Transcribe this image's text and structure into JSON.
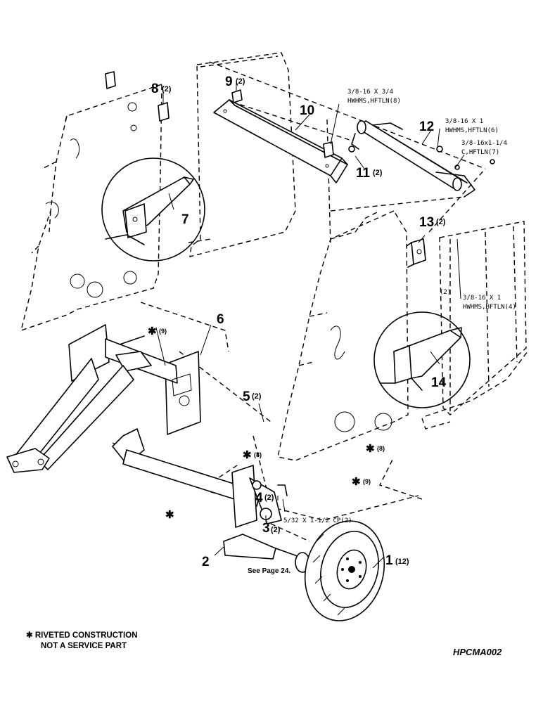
{
  "callouts": [
    {
      "num": "1",
      "qty": "(12)"
    },
    {
      "num": "2",
      "qty": ""
    },
    {
      "num": "3",
      "qty": "(2)"
    },
    {
      "num": "4",
      "qty": "(2)"
    },
    {
      "num": "5",
      "qty": "(2)"
    },
    {
      "num": "6",
      "qty": ""
    },
    {
      "num": "7",
      "qty": ""
    },
    {
      "num": "8",
      "qty": "(2)"
    },
    {
      "num": "9",
      "qty": "(2)"
    },
    {
      "num": "10",
      "qty": ""
    },
    {
      "num": "11",
      "qty": "(2)"
    },
    {
      "num": "12",
      "qty": ""
    },
    {
      "num": "13",
      "qty": "(2)"
    },
    {
      "num": "14",
      "qty": ""
    }
  ],
  "asterisks": [
    {
      "symbol": "✱",
      "qty": "(9)"
    },
    {
      "symbol": "✱",
      "qty": "(8)"
    },
    {
      "symbol": "✱",
      "qty": "(8)"
    },
    {
      "symbol": "✱",
      "qty": "(9)"
    },
    {
      "symbol": "✱",
      "qty": ""
    }
  ],
  "specs": [
    {
      "lines": [
        "3/8-16 X 3/4",
        "HWHMS,HFTLN(8)"
      ]
    },
    {
      "lines": [
        "3/8-16 X 1",
        "HWHMS,HFTLN(6)"
      ]
    },
    {
      "lines": [
        "3/8-16x1-1/4",
        "C,HFTLN(7)"
      ]
    },
    {
      "lines": [
        "3/8-16 X 1",
        "HWHMS,HFTLN(4)"
      ]
    },
    {
      "lines": [
        "5/32 X 1-1/2 CP(2)"
      ]
    },
    {
      "lines": [
        "(2)"
      ]
    }
  ],
  "see_page": "See Page 24.",
  "footnote": {
    "line1": "✱ RIVETED CONSTRUCTION",
    "line2": "NOT A SERVICE PART"
  },
  "drawing_code": "HPCMA002"
}
